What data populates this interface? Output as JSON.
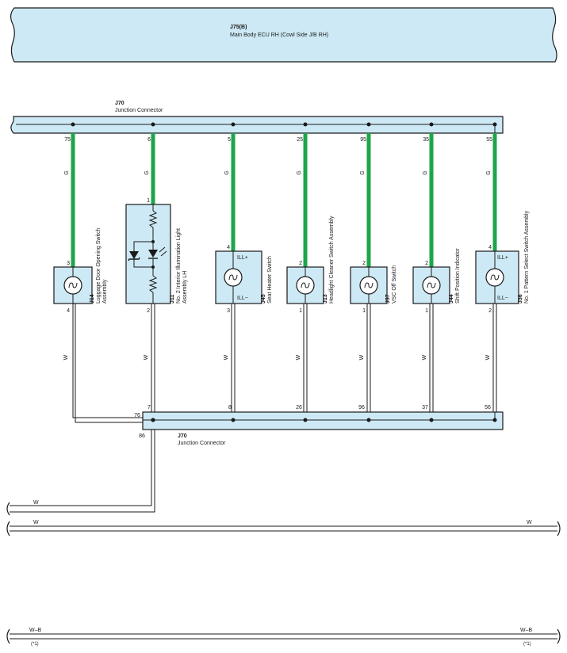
{
  "ecu": {
    "code": "J75(B)",
    "name": "Main Body ECU RH (Cowl Side J/B RH)"
  },
  "top_connector": {
    "code": "J70",
    "name": "Junction Connector"
  },
  "bottom_connector": {
    "code": "J70",
    "name": "Junction Connector"
  },
  "top_wire_color": "G",
  "bottom_wire_color": "W",
  "components": [
    {
      "top_pin": "75",
      "in_pin": "3",
      "out_pin": "4",
      "bottom_pin": "76",
      "code": "J14",
      "name_line1": "Luggage Door Opening Switch",
      "name_line2": "Assembly",
      "ill_plus": "",
      "ill_minus": ""
    },
    {
      "top_pin": "6",
      "in_pin": "1",
      "out_pin": "2",
      "bottom_pin": "7",
      "code": "J11",
      "name_line1": "No. 2 Interior Illumination Light",
      "name_line2": "Assembly LH",
      "ill_plus": "",
      "ill_minus": ""
    },
    {
      "top_pin": "5",
      "in_pin": "4",
      "out_pin": "3",
      "bottom_pin": "8",
      "code": "J45",
      "name_line1": "Seat Heater Switch",
      "name_line2": "",
      "ill_plus": "ILL+",
      "ill_minus": "ILL−"
    },
    {
      "top_pin": "25",
      "in_pin": "2",
      "out_pin": "1",
      "bottom_pin": "26",
      "code": "J13",
      "name_line1": "Headlight Cleaner Switch Assembly",
      "name_line2": "",
      "ill_plus": "",
      "ill_minus": ""
    },
    {
      "top_pin": "95",
      "in_pin": "2",
      "out_pin": "1",
      "bottom_pin": "96",
      "code": "J37",
      "name_line1": "VSC Off Switch",
      "name_line2": "",
      "ill_plus": "",
      "ill_minus": ""
    },
    {
      "top_pin": "35",
      "in_pin": "2",
      "out_pin": "1",
      "bottom_pin": "37",
      "code": "J44",
      "name_line1": "Shift Position Indicator",
      "name_line2": "",
      "ill_plus": "",
      "ill_minus": ""
    },
    {
      "top_pin": "55",
      "in_pin": "4",
      "out_pin": "2",
      "bottom_pin": "56",
      "code": "J36",
      "name_line1": "No. 1 Pattern Select Switch Assembly",
      "name_line2": "",
      "ill_plus": "ILL+",
      "ill_minus": "ILL−"
    }
  ],
  "output_pin": "86",
  "bus_lines": [
    {
      "left_label": "W",
      "right_label": ""
    },
    {
      "left_label": "W",
      "right_label": "W"
    },
    {
      "left_label": "W–B",
      "right_label": "W–B",
      "left_note": "(*1)",
      "right_note": "(*1)"
    }
  ],
  "colors": {
    "connector_fill": "#cde9f5",
    "wire_green": "#1ca64a",
    "stroke": "#1a1a1a"
  }
}
